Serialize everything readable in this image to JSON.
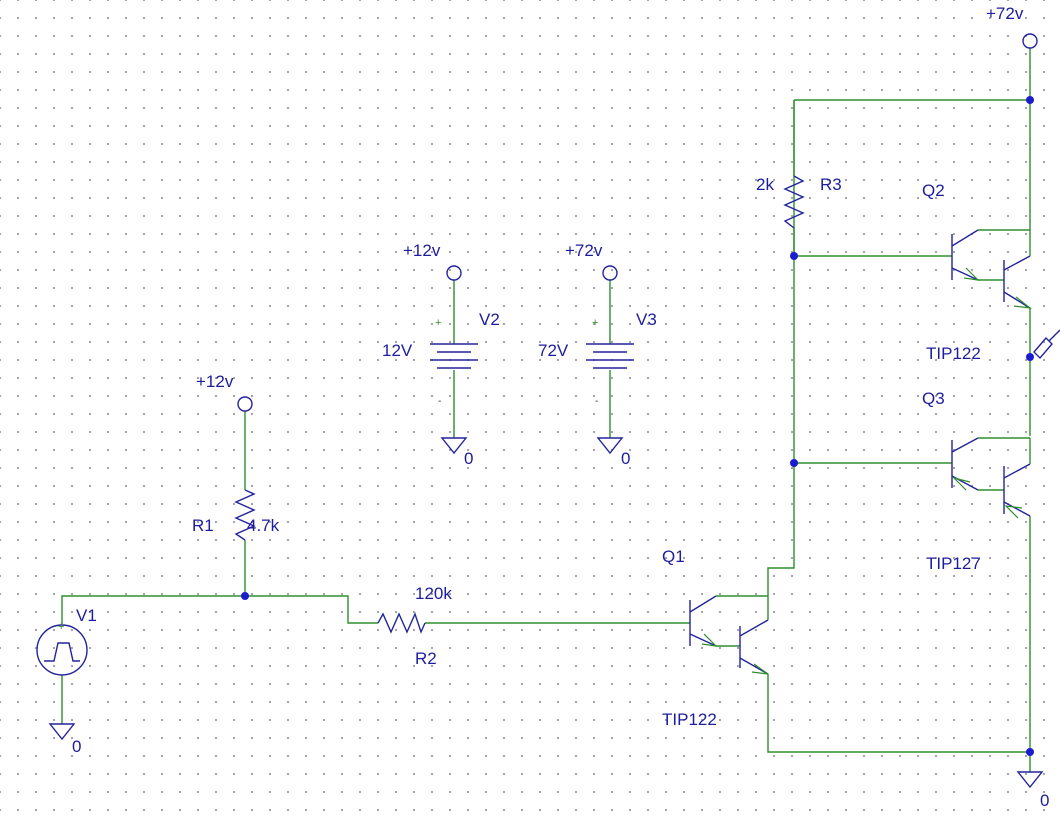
{
  "sources": {
    "v1": {
      "name": "V1",
      "ground": "0"
    },
    "v2": {
      "name": "V2",
      "value": "12V",
      "rail": "+12v",
      "ground": "0",
      "plus": "+",
      "minus": "-"
    },
    "v3": {
      "name": "V3",
      "value": "72V",
      "rail": "+72v",
      "ground": "0",
      "plus": "+",
      "minus": "-"
    }
  },
  "rails": {
    "r1_supply": "+12v",
    "top_supply": "+72v",
    "output_ground": "0"
  },
  "resistors": {
    "r1": {
      "name": "R1",
      "value": "4.7k"
    },
    "r2": {
      "name": "R2",
      "value": "120k"
    },
    "r3": {
      "name": "R3",
      "value": "2k"
    }
  },
  "transistors": {
    "q1": {
      "name": "Q1",
      "part": "TIP122"
    },
    "q2": {
      "name": "Q2",
      "part": "TIP122"
    },
    "q3": {
      "name": "Q3",
      "part": "TIP127"
    }
  },
  "colors": {
    "wire": "#2f8f2f",
    "component": "#23239c",
    "junction": "#1c1ccf",
    "label": "#1d1d9e",
    "grid_dot": "#9a9aa8"
  }
}
